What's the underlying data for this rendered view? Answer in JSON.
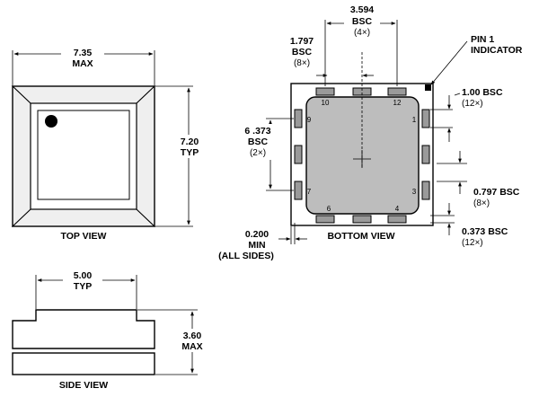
{
  "top_view": {
    "caption": "TOP VIEW",
    "width_value": "7.35",
    "width_qual": "MAX",
    "height_value": "7.20",
    "height_qual": "TYP"
  },
  "side_view": {
    "caption": "SIDE VIEW",
    "width_value": "5.00",
    "width_qual": "TYP",
    "height_value": "3.60",
    "height_qual": "MAX"
  },
  "bottom_view": {
    "caption": "BOTTOM VIEW",
    "pin1_line1": "PIN 1",
    "pin1_line2": "INDICATOR",
    "dim_3594": {
      "value": "3.594",
      "qual": "BSC",
      "count": "(4×)"
    },
    "dim_1797": {
      "value": "1.797",
      "qual": "BSC",
      "count": "(8×)"
    },
    "dim_6373": {
      "value": "6 .373",
      "qual": "BSC",
      "count": "(2×)"
    },
    "dim_100": {
      "value": "1.00 BSC",
      "count": "(12×)"
    },
    "dim_0797": {
      "value": "0.797 BSC",
      "count": "(8×)"
    },
    "dim_0373": {
      "value": "0.373 BSC",
      "count": "(12×)"
    },
    "dim_0200": {
      "value": "0.200",
      "qual": "MIN",
      "note": "(ALL SIDES)"
    },
    "pins": {
      "p10": "10",
      "p12": "12",
      "p9": "9",
      "p1": "1",
      "p7": "7",
      "p3": "3",
      "p6": "6",
      "p4": "4"
    }
  }
}
